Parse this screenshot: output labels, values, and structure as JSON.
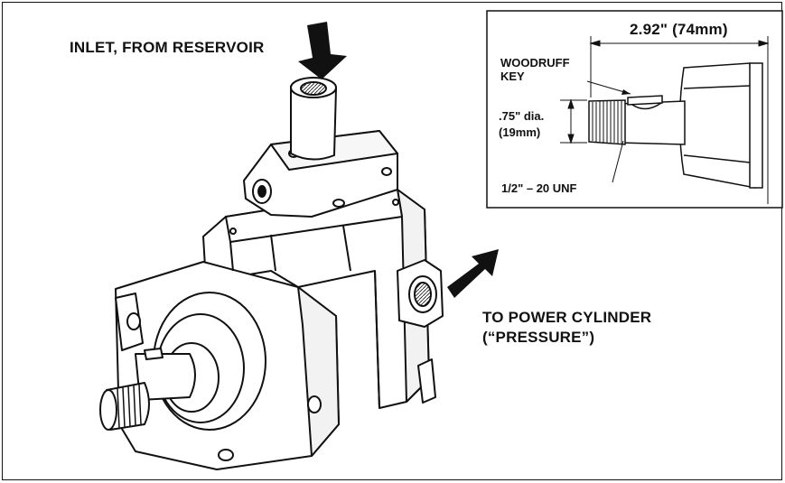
{
  "labels": {
    "inlet": "INLET, FROM RESERVOIR",
    "outlet_line1": "TO POWER CYLINDER",
    "outlet_line2": "(“PRESSURE”)"
  },
  "inset": {
    "length": "2.92\" (74mm)",
    "key_line1": "WOODRUFF",
    "key_line2": "KEY",
    "dia_line1": ".75\" dia.",
    "dia_line2": "(19mm)",
    "thread": "1/2\" – 20 UNF"
  },
  "colors": {
    "ink": "#111111",
    "paper": "#ffffff"
  }
}
